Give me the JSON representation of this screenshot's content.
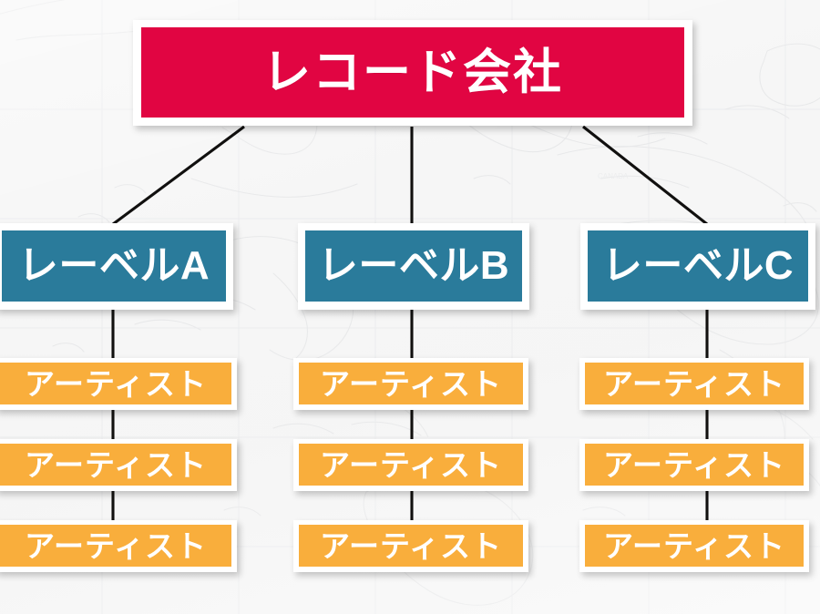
{
  "slide": {
    "background_color": "#f5f5f5",
    "background_motif": "world-map-outline"
  },
  "palette": {
    "root": "#e10542",
    "label": "#2a7b9b",
    "artist": "#f9ae3c",
    "node_border": "#ffffff",
    "connector": "#11100f",
    "text": "#ffffff"
  },
  "chart_data": {
    "type": "diagram",
    "subtype": "organization-hierarchy-tree",
    "title": "レコード会社",
    "levels": 3,
    "nodes": [
      {
        "id": "root",
        "label": "レコード会社",
        "level": 0,
        "color": "#e10542"
      },
      {
        "id": "label-a",
        "label": "レーベルA",
        "level": 1,
        "color": "#2a7b9b",
        "parent": "root"
      },
      {
        "id": "label-b",
        "label": "レーベルB",
        "level": 1,
        "color": "#2a7b9b",
        "parent": "root"
      },
      {
        "id": "label-c",
        "label": "レーベルC",
        "level": 1,
        "color": "#2a7b9b",
        "parent": "root"
      },
      {
        "id": "artist-a1",
        "label": "アーティスト",
        "level": 2,
        "color": "#f9ae3c",
        "parent": "label-a"
      },
      {
        "id": "artist-a2",
        "label": "アーティスト",
        "level": 2,
        "color": "#f9ae3c",
        "parent": "label-a"
      },
      {
        "id": "artist-a3",
        "label": "アーティスト",
        "level": 2,
        "color": "#f9ae3c",
        "parent": "label-a"
      },
      {
        "id": "artist-b1",
        "label": "アーティスト",
        "level": 2,
        "color": "#f9ae3c",
        "parent": "label-b"
      },
      {
        "id": "artist-b2",
        "label": "アーティスト",
        "level": 2,
        "color": "#f9ae3c",
        "parent": "label-b"
      },
      {
        "id": "artist-b3",
        "label": "アーティスト",
        "level": 2,
        "color": "#f9ae3c",
        "parent": "label-b"
      },
      {
        "id": "artist-c1",
        "label": "アーティスト",
        "level": 2,
        "color": "#f9ae3c",
        "parent": "label-c"
      },
      {
        "id": "artist-c2",
        "label": "アーティスト",
        "level": 2,
        "color": "#f9ae3c",
        "parent": "label-c"
      },
      {
        "id": "artist-c3",
        "label": "アーティスト",
        "level": 2,
        "color": "#f9ae3c",
        "parent": "label-c"
      }
    ],
    "edges": [
      {
        "from": "root",
        "to": "label-a",
        "style": "diagonal"
      },
      {
        "from": "root",
        "to": "label-b",
        "style": "vertical"
      },
      {
        "from": "root",
        "to": "label-c",
        "style": "diagonal"
      },
      {
        "from": "label-a",
        "to": "artist-a1",
        "style": "vertical"
      },
      {
        "from": "artist-a1",
        "to": "artist-a2",
        "style": "vertical"
      },
      {
        "from": "artist-a2",
        "to": "artist-a3",
        "style": "vertical"
      },
      {
        "from": "label-b",
        "to": "artist-b1",
        "style": "vertical"
      },
      {
        "from": "artist-b1",
        "to": "artist-b2",
        "style": "vertical"
      },
      {
        "from": "artist-b2",
        "to": "artist-b3",
        "style": "vertical"
      },
      {
        "from": "label-c",
        "to": "artist-c1",
        "style": "vertical"
      },
      {
        "from": "artist-c1",
        "to": "artist-c2",
        "style": "vertical"
      },
      {
        "from": "artist-c2",
        "to": "artist-c3",
        "style": "vertical"
      }
    ]
  },
  "root": {
    "label": "レコード会社"
  },
  "labels": [
    {
      "label": "レーベルA"
    },
    {
      "label": "レーベルB"
    },
    {
      "label": "レーベルC"
    }
  ],
  "artists": {
    "column_a": [
      {
        "label": "アーティスト"
      },
      {
        "label": "アーティスト"
      },
      {
        "label": "アーティスト"
      }
    ],
    "column_b": [
      {
        "label": "アーティスト"
      },
      {
        "label": "アーティスト"
      },
      {
        "label": "アーティスト"
      }
    ],
    "column_c": [
      {
        "label": "アーティスト"
      },
      {
        "label": "アーティスト"
      },
      {
        "label": "アーティスト"
      }
    ]
  }
}
